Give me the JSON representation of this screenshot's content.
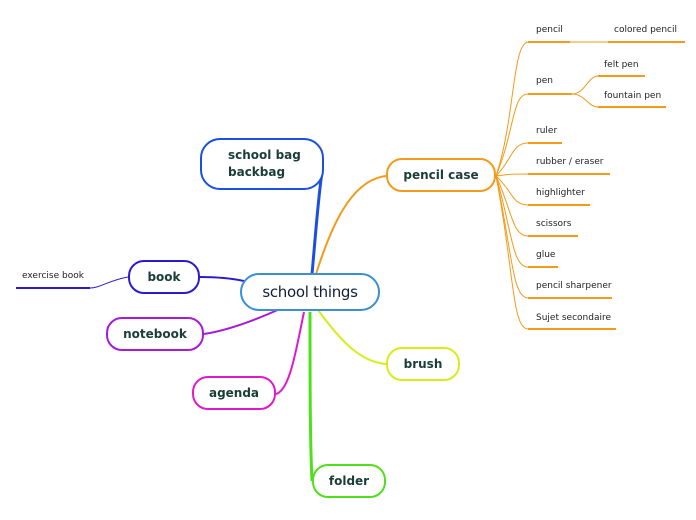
{
  "root": {
    "label": "school things"
  },
  "branches": {
    "school_bag": {
      "line1": "school bag",
      "line2": "backbag"
    },
    "pencil_case": {
      "label": "pencil case"
    },
    "book": {
      "label": "book"
    },
    "notebook": {
      "label": "notebook"
    },
    "agenda": {
      "label": "agenda"
    },
    "brush": {
      "label": "brush"
    },
    "folder": {
      "label": "folder"
    }
  },
  "leaves": {
    "exercise_book": "exercise book",
    "pencil": "pencil",
    "colored_pencil": "colored pencil",
    "pen": "pen",
    "felt_pen": "felt pen",
    "fountain_pen": "fountain pen",
    "ruler": "ruler",
    "rubber_eraser": "rubber / eraser",
    "highlighter": "highlighter",
    "scissors": "scissors",
    "glue": "glue",
    "pencil_sharpener": "pencil sharpener",
    "sujet_secondaire": "Sujet secondaire"
  },
  "colors": {
    "root": "#3a8fd6",
    "school_bag": "#1a4fe0",
    "pencil_case": "#f39a1a",
    "book": "#2a1ad0",
    "notebook": "#a81ad8",
    "agenda": "#e01ac8",
    "brush": "#d8ec1a",
    "folder": "#4ee01a"
  }
}
